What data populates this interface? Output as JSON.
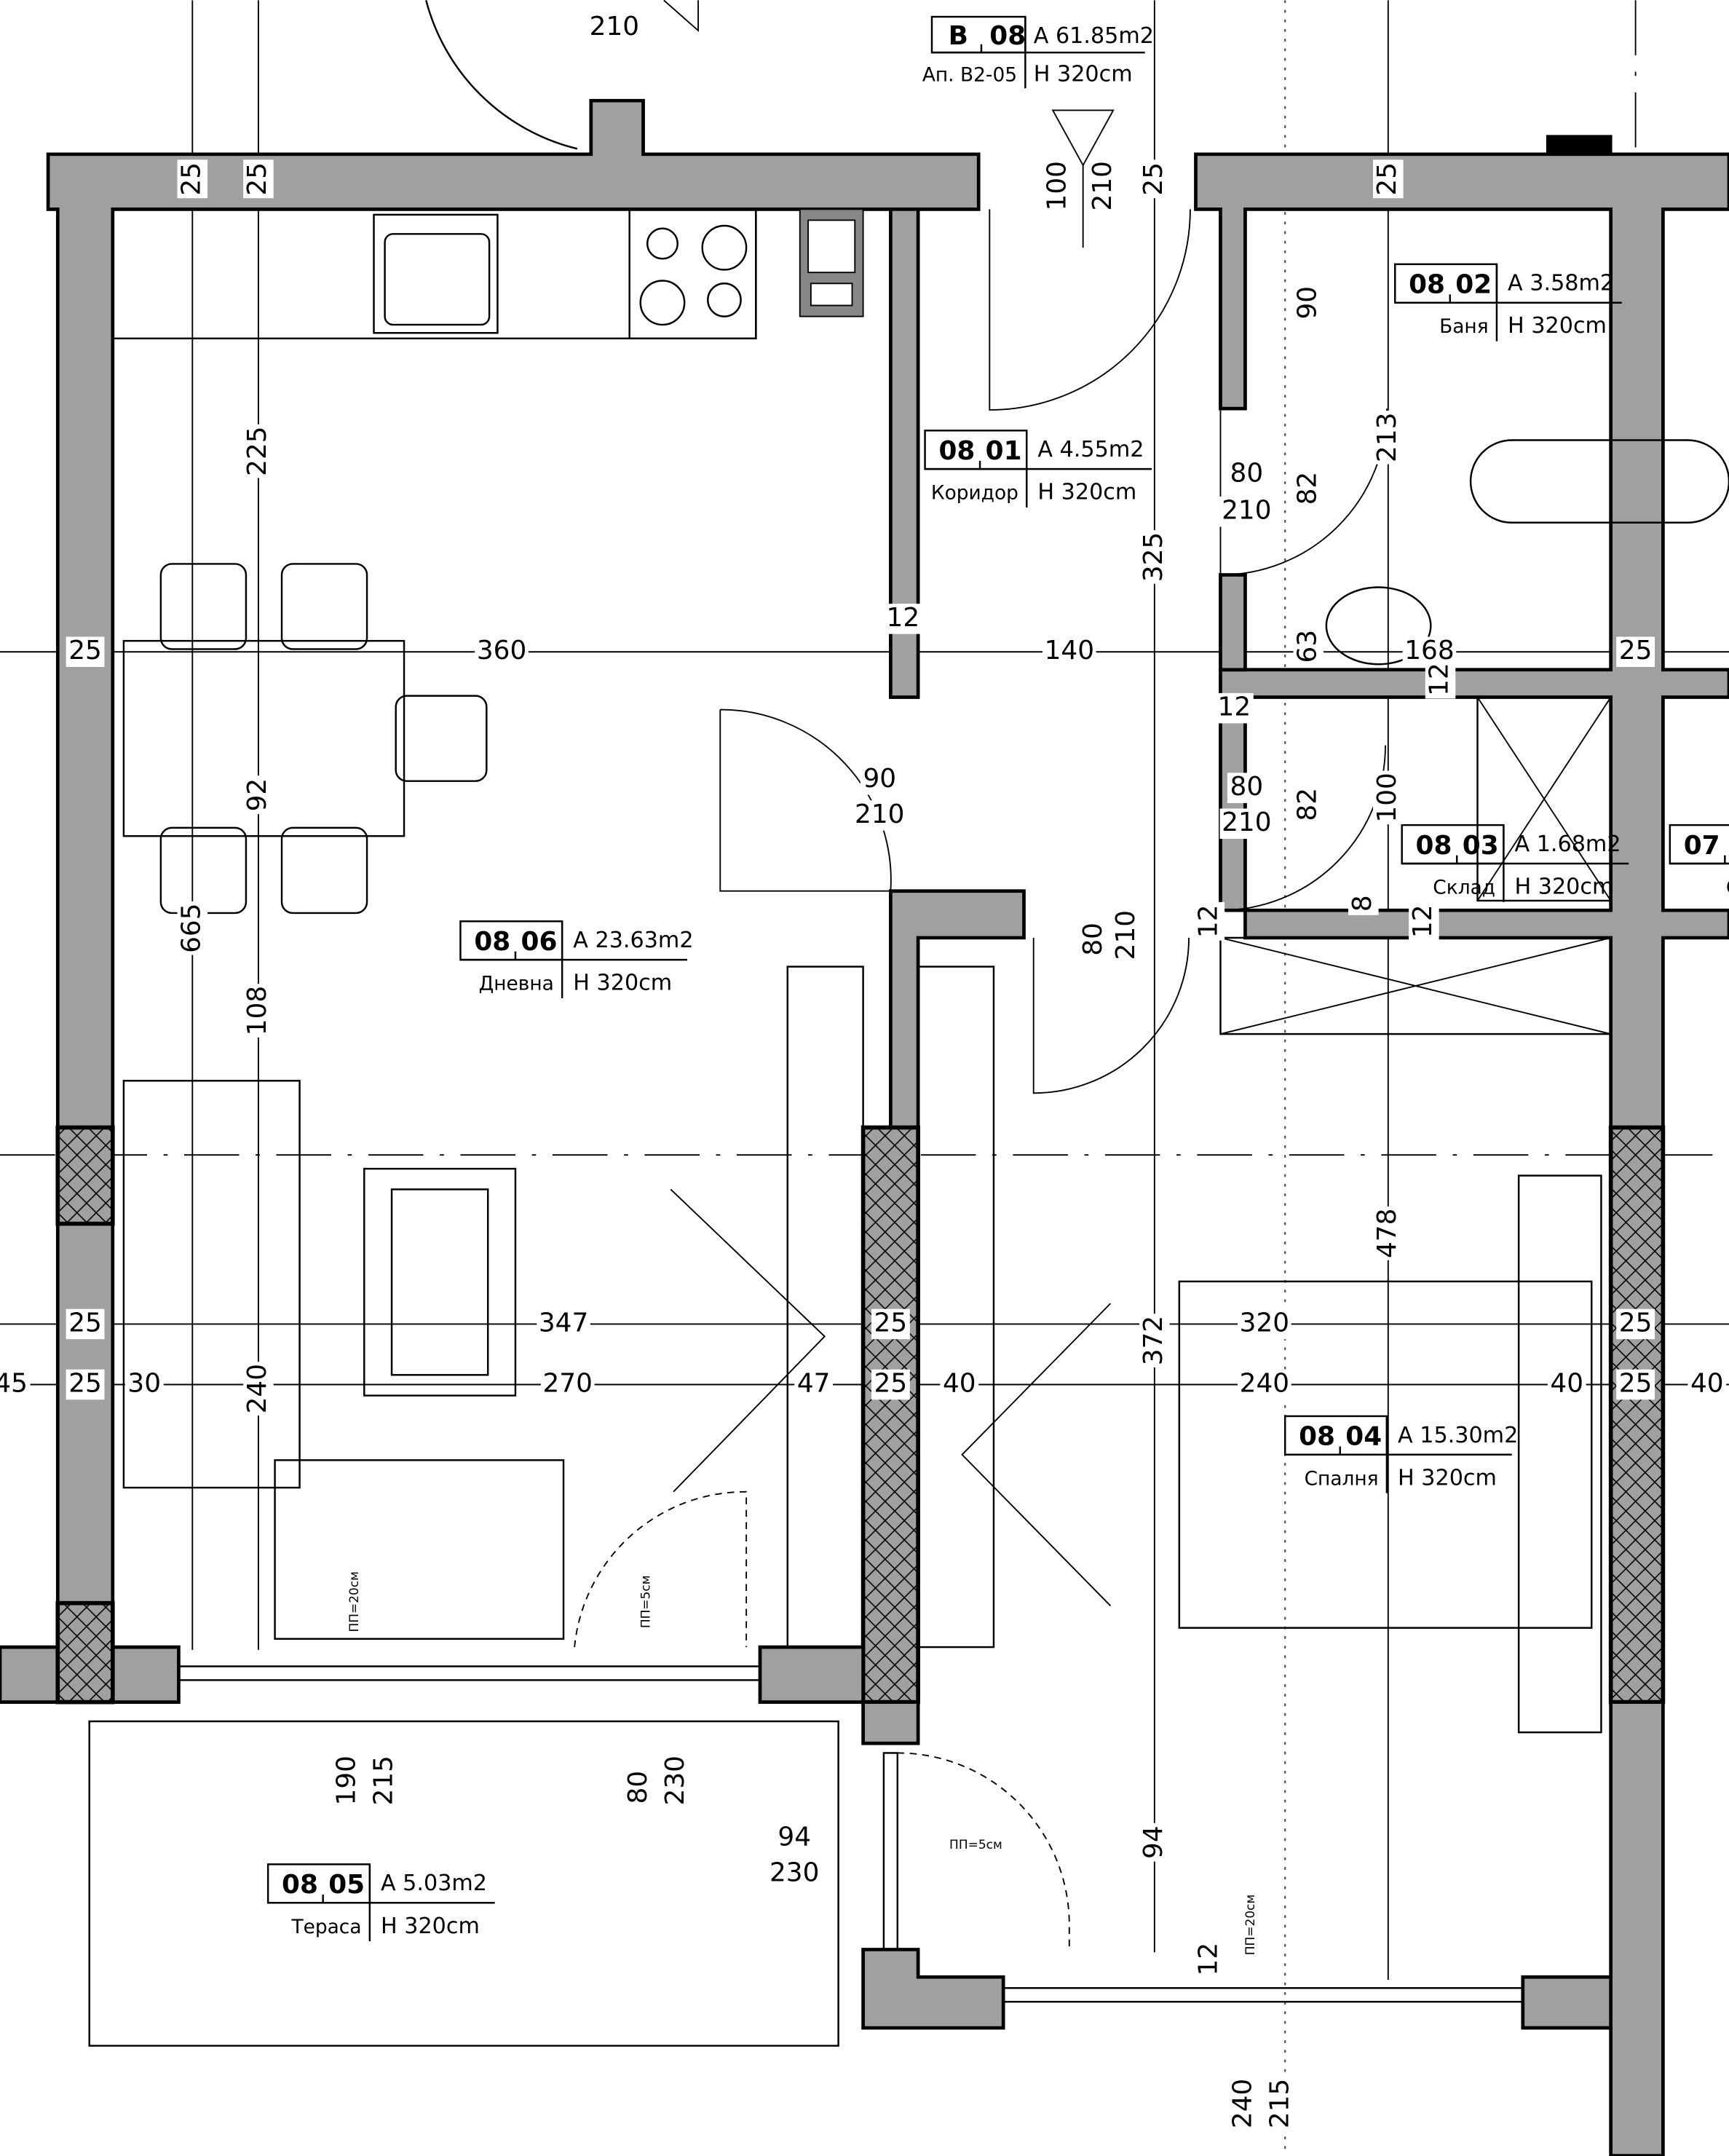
{
  "apartment": {
    "block": "B",
    "number": "08",
    "area": "A 61.85m2",
    "name": "Ап. B2-05",
    "height": "H  320cm"
  },
  "rooms": [
    {
      "a": "08",
      "b": "01",
      "area": "A    4.55m2",
      "name": "Коридор",
      "height": "H   320cm"
    },
    {
      "a": "08",
      "b": "02",
      "area": "A   3.58m2",
      "name": "Баня",
      "height": "H  320cm"
    },
    {
      "a": "08",
      "b": "03",
      "area": "A  1.68m2",
      "name": "Склад",
      "height": "H 320cm"
    },
    {
      "a": "08",
      "b": "06",
      "area": "A  23.63m2",
      "name": "Дневна",
      "height": "H  320cm"
    },
    {
      "a": "08",
      "b": "04",
      "area": "A  15.30m2",
      "name": "Спалня",
      "height": "H  320cm"
    },
    {
      "a": "08",
      "b": "05",
      "area": "A    5.03m2",
      "name": "Тераса",
      "height": "H  320cm"
    },
    {
      "a": "07",
      "b": "",
      "area": "",
      "name": "Скл",
      "height": ""
    }
  ],
  "dims": [
    "210",
    "25",
    "25",
    "100",
    "210",
    "25",
    "25",
    "225",
    "90",
    "213",
    "82",
    "325",
    "80",
    "210",
    "12",
    "25",
    "360",
    "140",
    "63",
    "168",
    "12",
    "25",
    "12",
    "90",
    "210",
    "92",
    "80",
    "210",
    "82",
    "100",
    "8",
    "12",
    "12",
    "80",
    "210",
    "665",
    "108",
    "478",
    "372",
    "25",
    "347",
    "25",
    "320",
    "25",
    "45",
    "25",
    "30",
    "240",
    "270",
    "47",
    "25",
    "40",
    "240",
    "40",
    "25",
    "40",
    "190",
    "215",
    "80",
    "230",
    "94",
    "230",
    "94",
    "12",
    "240",
    "215"
  ],
  "notes": [
    "ПП=20см",
    "ПП=5см",
    "ПП=5см",
    "ПП=20см"
  ]
}
